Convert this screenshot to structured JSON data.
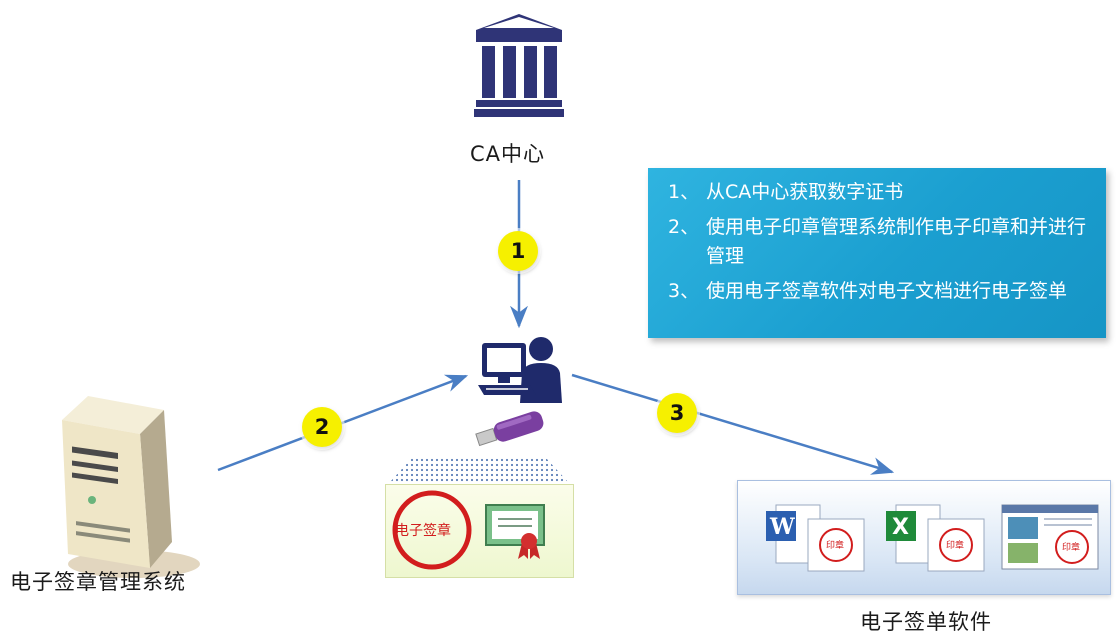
{
  "nodes": {
    "ca_center": "CA中心",
    "seal_system": "电子签章管理系统",
    "sign_software": "电子签单软件",
    "seal_label": "电子签章"
  },
  "steps": [
    "1",
    "2",
    "3"
  ],
  "info_box": {
    "items": [
      {
        "num": "1、",
        "text": "从CA中心获取数字证书"
      },
      {
        "num": "2、",
        "text": "使用电子印章管理系统制作电子印章和并进行管理"
      },
      {
        "num": "3、",
        "text": "使用电子签章软件对电子文档进行电子签单"
      }
    ]
  },
  "colors": {
    "arrow": "#4a7ec4",
    "step_badge": "#f6f000",
    "info_box": "#1fa6d6",
    "bank_icon": "#2f3477",
    "user_icon": "#1f2a6b",
    "usb_key": "#7a3fa0",
    "seal": "#d21d1d"
  },
  "icons": {
    "ca": "bank-icon",
    "user": "user-computer-icon",
    "key": "usb-key-icon",
    "server": "server-icon",
    "certificate": "certificate-icon",
    "word": "word-doc-icon",
    "excel": "excel-doc-icon",
    "web": "web-doc-icon"
  }
}
